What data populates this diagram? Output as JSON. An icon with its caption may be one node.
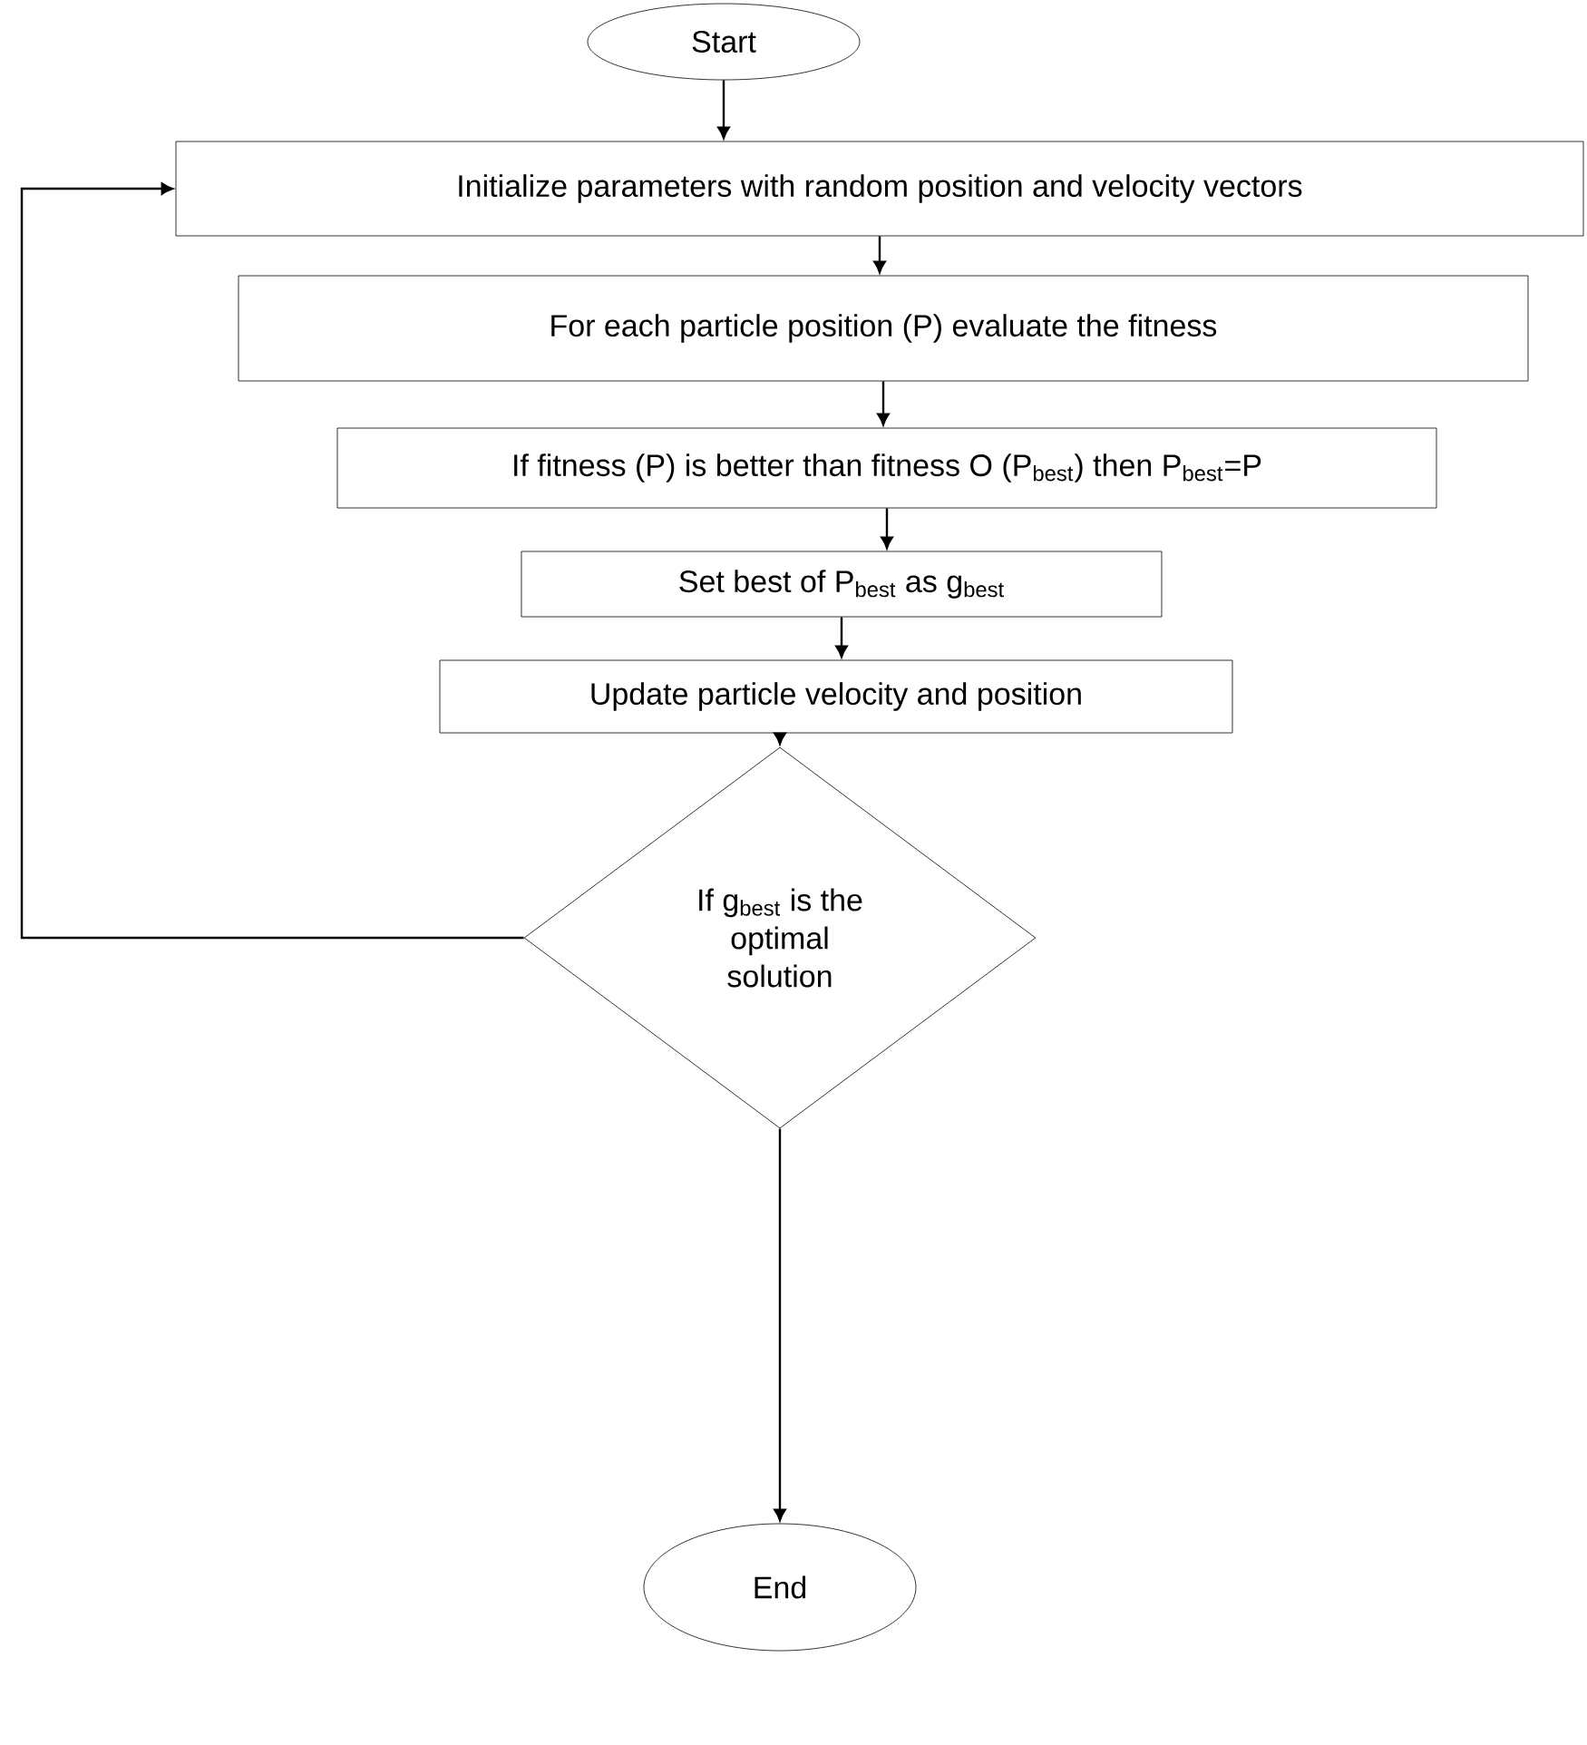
{
  "diagram": {
    "nodes": [
      {
        "text": [
          "Start"
        ]
      },
      {
        "text": [
          "Initialize parameters with random position and velocity vectors"
        ]
      },
      {
        "text": [
          "For  each particle position (P) evaluate the fitness"
        ]
      },
      {
        "text": [
          "If fitness (P) is better than fitness O (P$_{best}$) then P$_{best}$=P"
        ]
      },
      {
        "text": [
          "Set best of P$_{best}$ as g$_{best}$"
        ]
      },
      {
        "text": [
          "Update particle velocity and position"
        ]
      },
      {
        "text": [
          "If g$_{best}$ is the optimal solution"
        ]
      },
      {
        "text": [
          "End"
        ]
      }
    ],
    "edges": [
      {
        "from": 0,
        "to": 1,
        "arrow": "to"
      },
      {
        "from": 1,
        "to": 2,
        "arrow": "to"
      },
      {
        "from": 2,
        "to": 3,
        "arrow": "to"
      },
      {
        "from": 3,
        "to": 4,
        "arrow": "to"
      },
      {
        "from": 4,
        "to": 5,
        "arrow": "to"
      },
      {
        "from": 5,
        "to": 6,
        "arrow": "to"
      },
      {
        "from": 6,
        "to": 7,
        "arrow": "to"
      },
      {
        "from": 6,
        "to": 1,
        "arrow": "to"
      }
    ]
  }
}
